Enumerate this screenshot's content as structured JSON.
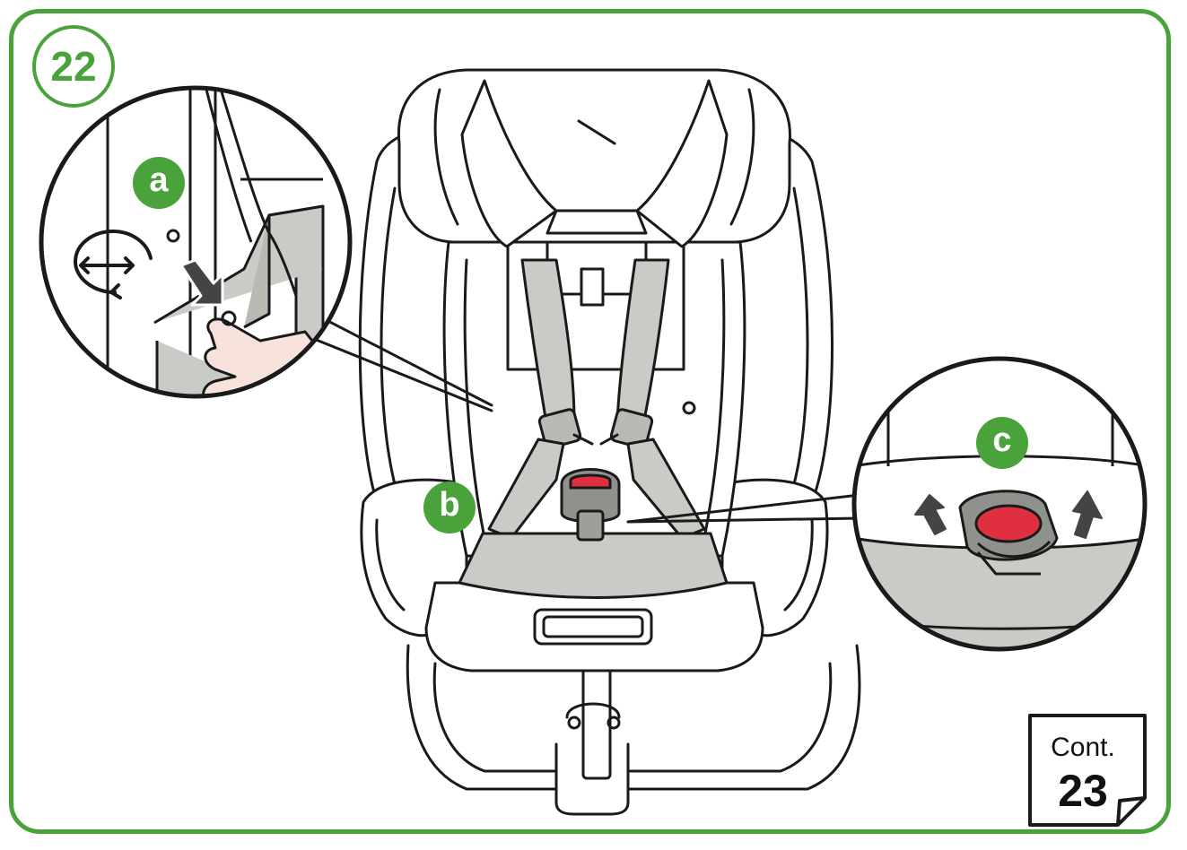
{
  "step_number": "22",
  "labels": {
    "a": "a",
    "b": "b",
    "c": "c"
  },
  "continue_note": {
    "word": "Cont.",
    "next_step": "23"
  },
  "colors": {
    "accent_green": "#4aa23a",
    "line_black": "#1a1a1a",
    "fabric_grey": "#c9cbc6",
    "buckle_red": "#e03040"
  },
  "icons": {
    "swivel": "rotate-arrows-icon",
    "push_down": "arrow-down-icon",
    "pull_up": "arrow-up-icon"
  }
}
